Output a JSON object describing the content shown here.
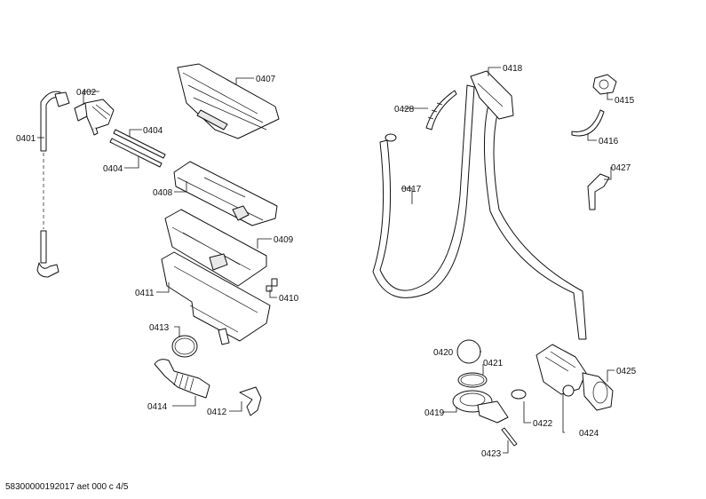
{
  "labels": {
    "p0401": "0401",
    "p0402": "0402",
    "p0404a": "0404",
    "p0404b": "0404",
    "p0407": "0407",
    "p0408": "0408",
    "p0409": "0409",
    "p0410": "0410",
    "p0411": "0411",
    "p0412": "0412",
    "p0413": "0413",
    "p0414": "0414",
    "p0415": "0415",
    "p0416": "0416",
    "p0417": "0417",
    "p0418": "0418",
    "p0419": "0419",
    "p0420": "0420",
    "p0421": "0421",
    "p0422": "0422",
    "p0423": "0423",
    "p0424": "0424",
    "p0425": "0425",
    "p0427": "0427",
    "p0428": "0428"
  },
  "footer": "58300000192017 aet 000 c 4/5"
}
